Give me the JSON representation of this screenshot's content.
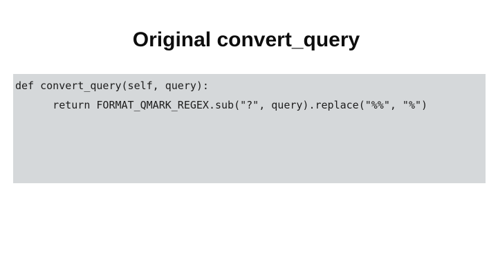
{
  "slide": {
    "title": "Original convert_query",
    "code": {
      "language": "python",
      "lines": [
        "def convert_query(self, query):",
        "      return FORMAT_QMARK_REGEX.sub(\"?\", query).replace(\"%%\", \"%\")"
      ],
      "background": "#d5d8da",
      "text_color": "#1c1c1c"
    },
    "colors": {
      "page_background": "#ffffff",
      "title_color": "#0d0d0d"
    }
  }
}
